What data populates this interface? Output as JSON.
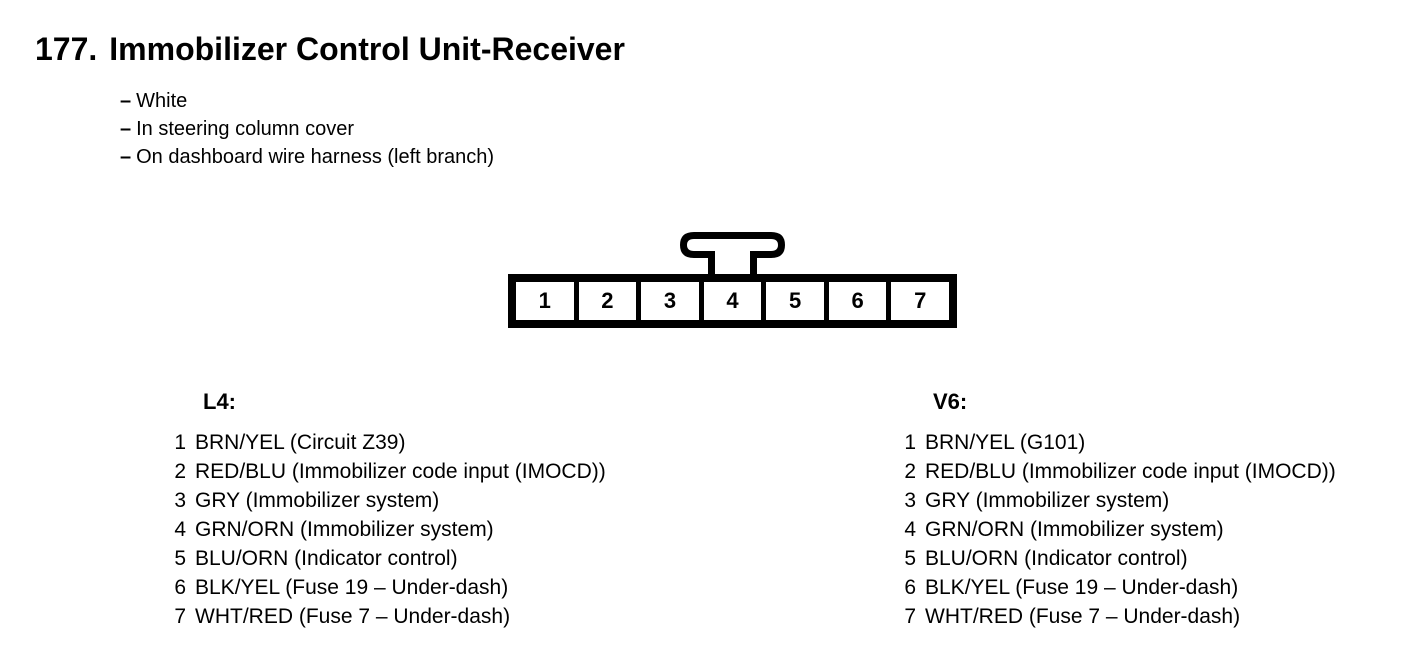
{
  "title": {
    "number": "177.",
    "text": "Immobilizer Control Unit-Receiver"
  },
  "notes": {
    "marker": "–",
    "items": [
      "White",
      "In steering column cover",
      "On dashboard wire harness (left branch)"
    ]
  },
  "connector": {
    "pins": [
      "1",
      "2",
      "3",
      "4",
      "5",
      "6",
      "7"
    ]
  },
  "sections": [
    {
      "heading": "L4:",
      "pins": [
        {
          "num": "1",
          "desc": "BRN/YEL (Circuit Z39)"
        },
        {
          "num": "2",
          "desc": "RED/BLU (Immobilizer code input (IMOCD))"
        },
        {
          "num": "3",
          "desc": "GRY (Immobilizer system)"
        },
        {
          "num": "4",
          "desc": "GRN/ORN (Immobilizer system)"
        },
        {
          "num": "5",
          "desc": "BLU/ORN (Indicator control)"
        },
        {
          "num": "6",
          "desc": "BLK/YEL (Fuse 19 – Under-dash)"
        },
        {
          "num": "7",
          "desc": "WHT/RED (Fuse 7 – Under-dash)"
        }
      ]
    },
    {
      "heading": "V6:",
      "pins": [
        {
          "num": "1",
          "desc": "BRN/YEL (G101)"
        },
        {
          "num": "2",
          "desc": "RED/BLU (Immobilizer code input (IMOCD))"
        },
        {
          "num": "3",
          "desc": "GRY (Immobilizer system)"
        },
        {
          "num": "4",
          "desc": "GRN/ORN (Immobilizer system)"
        },
        {
          "num": "5",
          "desc": "BLU/ORN (Indicator control)"
        },
        {
          "num": "6",
          "desc": "BLK/YEL (Fuse 19 – Under-dash)"
        },
        {
          "num": "7",
          "desc": "WHT/RED (Fuse 7 – Under-dash)"
        }
      ]
    }
  ],
  "colors": {
    "ink": "#000000",
    "paper": "#ffffff"
  }
}
